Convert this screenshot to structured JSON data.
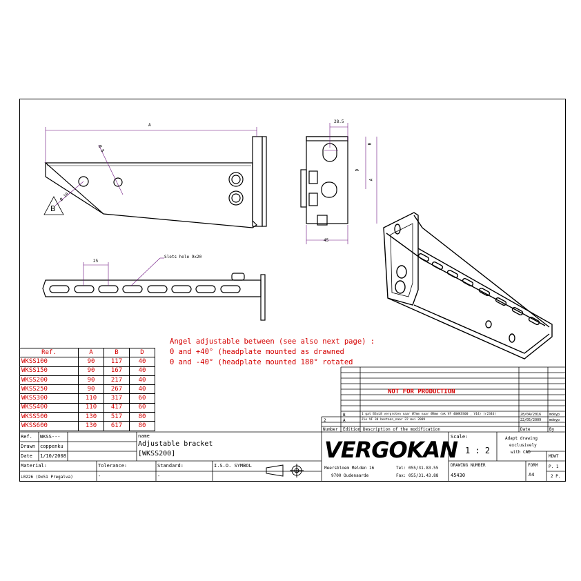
{
  "dimensions": {
    "overall_length": "A",
    "hole_dia_upper": "Ø 8",
    "hole_dia_lower": "Ø 10",
    "top_width": "28.5",
    "dim_b": "B",
    "dim_d": "D",
    "dim_a_side": "A",
    "bottom_width": "45",
    "slot_pitch": "25",
    "slot_note": "Slots hole 9x20",
    "surface_symbol": "B"
  },
  "notes": {
    "line1": "Angel adjustable between (see also next page) :",
    "line2": "0 and +40° (headplate mounted as drawned",
    "line3": "0 and -40° (headplate mounted 180° rotated"
  },
  "ref_table": {
    "headers": [
      "Ref.",
      "A",
      "B",
      "D"
    ],
    "rows": [
      [
        "WKSS100",
        "90",
        "117",
        "40"
      ],
      [
        "WKSS150",
        "90",
        "167",
        "40"
      ],
      [
        "WKSS200",
        "90",
        "217",
        "40"
      ],
      [
        "WKSS250",
        "90",
        "267",
        "40"
      ],
      [
        "WKSS300",
        "110",
        "317",
        "60"
      ],
      [
        "WKSS400",
        "110",
        "417",
        "60"
      ],
      [
        "WKSS500",
        "130",
        "517",
        "80"
      ],
      [
        "WKSS600",
        "130",
        "617",
        "80"
      ]
    ]
  },
  "title_block": {
    "ref_label": "Ref.",
    "ref_value": "WKSS---",
    "drawn_label": "Drawn",
    "drawn_value": "coppenku",
    "date_label": "Date",
    "date_value": "1/10/2008",
    "material_label": "Material:",
    "material_value": "L0226 (Dx51 Pregalva)",
    "tolerance_label": "Tolerance:",
    "tolerance_value": "-",
    "standard_label": "Standard:",
    "standard_value": "-",
    "iso_label": "I.S.O. SYMBOL",
    "name_label": "name",
    "name_line1": "Adjustable bracket",
    "name_line2": "[WKSS200]",
    "not_for_production": "NOT FOR PRODUCTION",
    "rev_b_desc": "1 gat B3xL8 vergroten naar Ø7mm naar Ø8mm (ok VF 40WKSS00 _ V14) (r2346)",
    "rev_b_date": "28/04/2016",
    "rev_b_by": "mdeyp",
    "rev_a_desc": "Zie VF 30 bestaan_naar 22 mei 2009",
    "rev_a_date": "22/05/2009",
    "rev_a_by": "mdeyp",
    "rev_b": "B",
    "rev_a": "A",
    "rev_num_b": "",
    "rev_num_a": "2",
    "hdr_number": "Number",
    "hdr_edition": "Edition",
    "hdr_description": "Description of the modification",
    "hdr_date": "Date",
    "hdr_by": "By",
    "logo": "VERGOKAN",
    "addr1": "Meersbloem Melden 16",
    "addr2": "9700 Oudenaarde",
    "tel": "Tel: 055/31.83.55",
    "fax": "Fax: 055/31.43.88",
    "scale_label": "Scale:",
    "scale_value": "1 : 2",
    "cad_note1": "Adapt drawing",
    "cad_note2": "exclusively",
    "cad_note3": "with CAD",
    "drawing_number_label": "DRAWING NUMBER",
    "drawing_number": "45430",
    "form_label": "FORM",
    "form_value": "A4",
    "mdwt": "MDWT",
    "page1": "P. 1",
    "pages": "2 P."
  },
  "colors": {
    "red": "#d40000",
    "line": "#000000"
  }
}
